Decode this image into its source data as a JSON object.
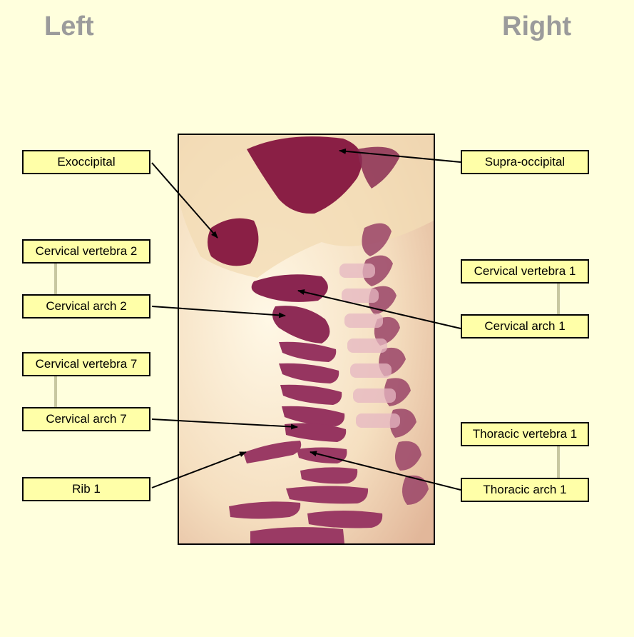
{
  "headings": {
    "left": "Left",
    "right": "Right"
  },
  "labels": {
    "exoccipital": "Exoccipital",
    "supra_occipital": "Supra-occipital",
    "cervical_vertebra_2": "Cervical vertebra 2",
    "cervical_arch_2": "Cervical arch 2",
    "cervical_vertebra_1": "Cervical vertebra 1",
    "cervical_arch_1": "Cervical arch 1",
    "cervical_vertebra_7": "Cervical vertebra 7",
    "cervical_arch_7": "Cervical arch 7",
    "thoracic_vertebra_1": "Thoracic vertebra 1",
    "rib_1": "Rib 1",
    "thoracic_arch_1": "Thoracic arch 1"
  },
  "colors": {
    "background": "#ffffdd",
    "label_fill": "#ffffa8",
    "heading": "#9b9b9b",
    "bone_stain": "#8a1f45",
    "connector": "#c8c8a0"
  }
}
